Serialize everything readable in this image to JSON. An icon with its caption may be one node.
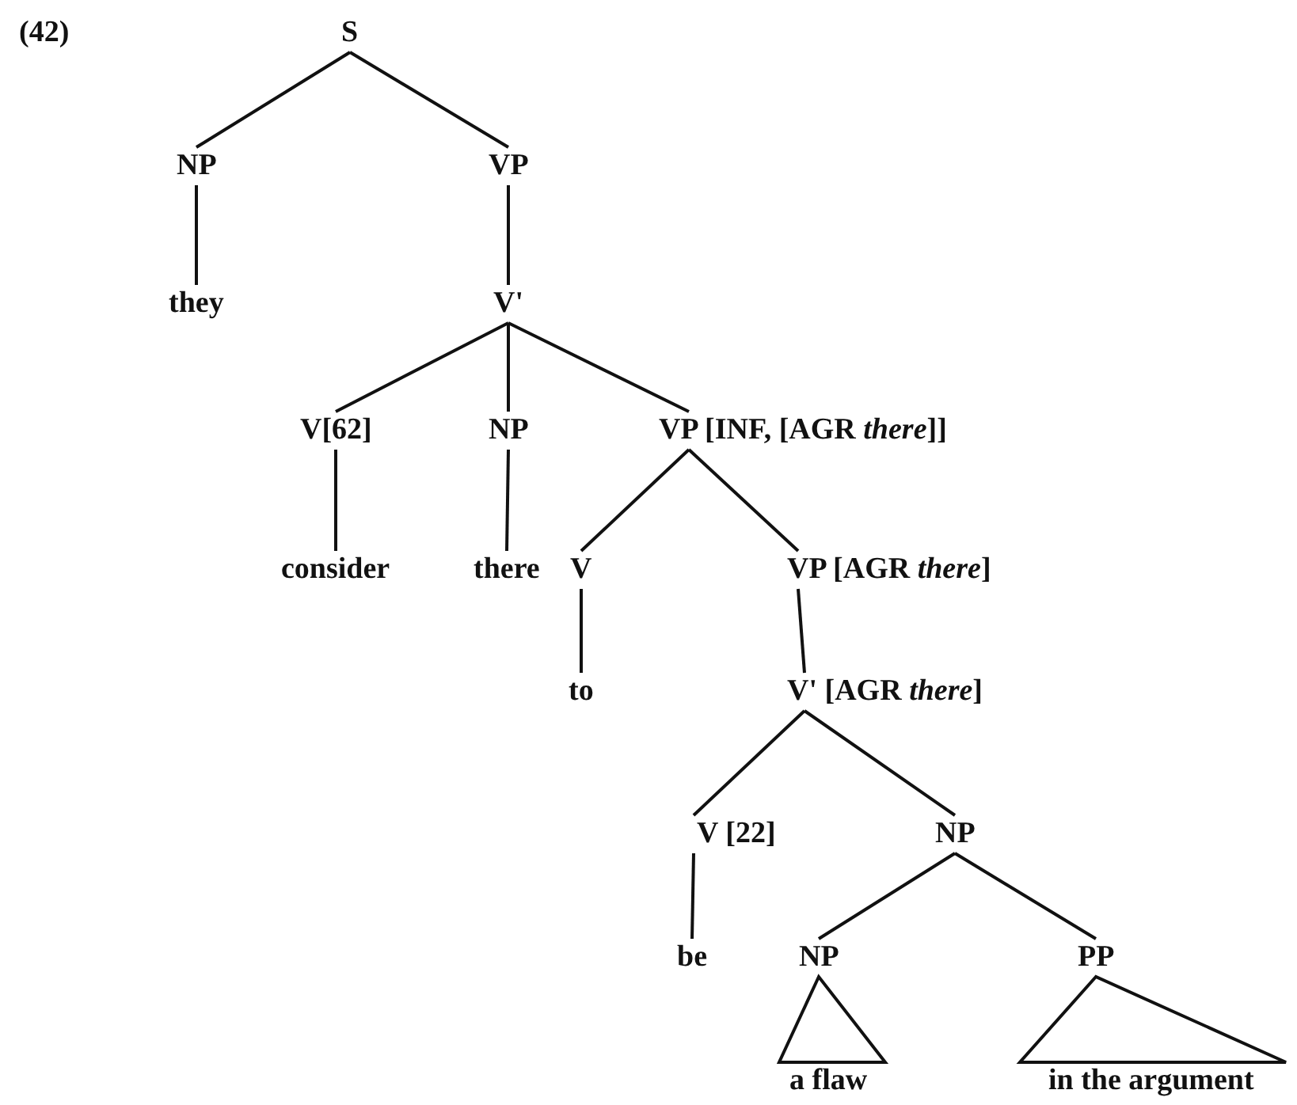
{
  "diagram": {
    "nodes": [
      {
        "text": [
          "S"
        ]
      },
      {
        "text": [
          "NP"
        ]
      },
      {
        "text": [
          "VP"
        ]
      },
      {
        "text": [
          "they"
        ]
      },
      {
        "text": [
          "V'"
        ]
      },
      {
        "text": [
          "V[62]"
        ]
      },
      {
        "text": [
          "NP"
        ]
      },
      {
        "text": [
          "VP [INF, [AGR *there*]]"
        ]
      },
      {
        "text": [
          "consider"
        ]
      },
      {
        "text": [
          "there"
        ]
      },
      {
        "text": [
          "V"
        ]
      },
      {
        "text": [
          "VP [AGR *there*]"
        ]
      },
      {
        "text": [
          "to"
        ]
      },
      {
        "text": [
          "V' [AGR *there*]"
        ]
      },
      {
        "text": [
          "V [22]"
        ]
      },
      {
        "text": [
          "NP"
        ]
      },
      {
        "text": [
          "be"
        ]
      },
      {
        "text": [
          "NP"
        ]
      },
      {
        "text": [
          "PP"
        ]
      },
      {
        "text": [
          "a flaw"
        ]
      },
      {
        "text": [
          "in the argument"
        ]
      }
    ],
    "edges": [
      {
        "from": 0,
        "to": 1,
        "arrow": "none"
      },
      {
        "from": 0,
        "to": 2,
        "arrow": "none"
      },
      {
        "from": 1,
        "to": 3,
        "arrow": "none"
      },
      {
        "from": 2,
        "to": 4,
        "arrow": "none"
      },
      {
        "from": 4,
        "to": 5,
        "arrow": "none"
      },
      {
        "from": 4,
        "to": 6,
        "arrow": "none"
      },
      {
        "from": 4,
        "to": 7,
        "arrow": "none"
      },
      {
        "from": 5,
        "to": 8,
        "arrow": "none"
      },
      {
        "from": 6,
        "to": 9,
        "arrow": "none"
      },
      {
        "from": 7,
        "to": 10,
        "arrow": "none"
      },
      {
        "from": 7,
        "to": 11,
        "arrow": "none"
      },
      {
        "from": 10,
        "to": 12,
        "arrow": "none"
      },
      {
        "from": 11,
        "to": 13,
        "arrow": "none"
      },
      {
        "from": 13,
        "to": 14,
        "arrow": "none"
      },
      {
        "from": 13,
        "to": 15,
        "arrow": "none"
      },
      {
        "from": 14,
        "to": 16,
        "arrow": "none"
      },
      {
        "from": 15,
        "to": 17,
        "arrow": "none"
      },
      {
        "from": 15,
        "to": 18,
        "arrow": "none"
      },
      {
        "from": 17,
        "to": 19,
        "arrow": "none"
      },
      {
        "from": 18,
        "to": 20,
        "arrow": "none"
      }
    ],
    "labels": [
      "(42)"
    ]
  }
}
